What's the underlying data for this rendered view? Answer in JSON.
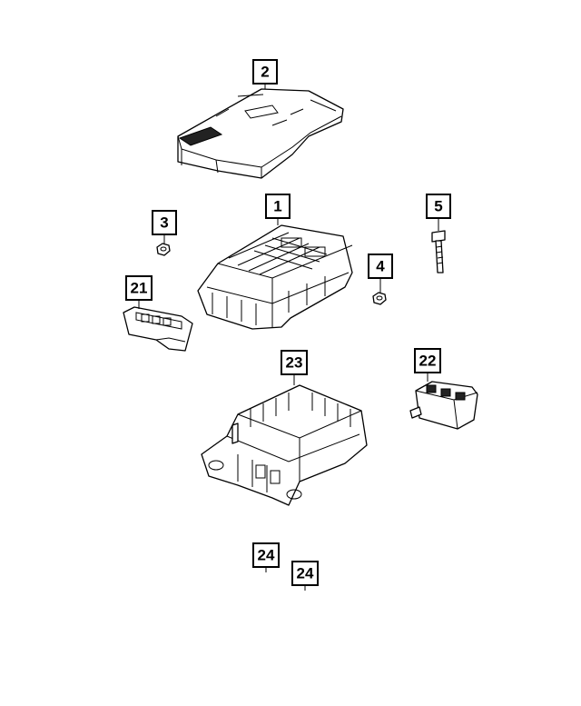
{
  "callouts": [
    {
      "id": "c2",
      "label": "2"
    },
    {
      "id": "c1",
      "label": "1"
    },
    {
      "id": "c3",
      "label": "3"
    },
    {
      "id": "c5",
      "label": "5"
    },
    {
      "id": "c4",
      "label": "4"
    },
    {
      "id": "c21",
      "label": "21"
    },
    {
      "id": "c22",
      "label": "22"
    },
    {
      "id": "c23",
      "label": "23"
    },
    {
      "id": "c24a",
      "label": "24"
    },
    {
      "id": "c24b",
      "label": "24"
    }
  ],
  "colors": {
    "line": "#000000",
    "background": "#ffffff"
  }
}
